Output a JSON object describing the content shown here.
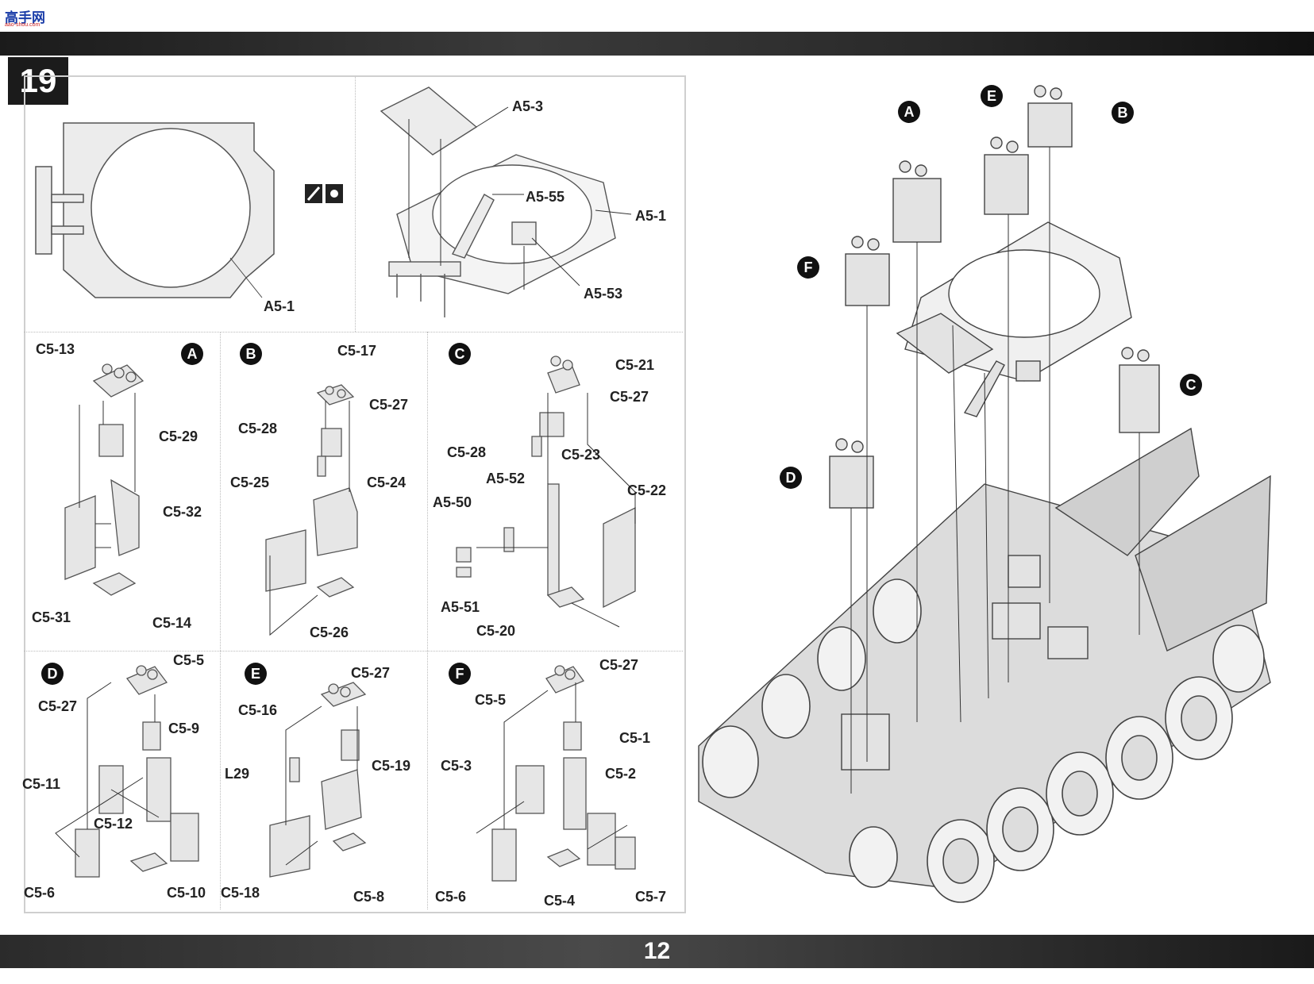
{
  "site": {
    "logo": "高手网",
    "url": "aao-shou.com"
  },
  "step": {
    "number": "19"
  },
  "page": {
    "number": "12"
  },
  "hull_top": {
    "labels": [
      "A5-1"
    ]
  },
  "hull_assembly": {
    "labels": [
      "A5-3",
      "A5-55",
      "A5-1",
      "A5-53"
    ]
  },
  "sub_a": {
    "badge": "A",
    "labels": [
      "C5-13",
      "C5-29",
      "C5-32",
      "C5-31",
      "C5-14"
    ]
  },
  "sub_b": {
    "badge": "B",
    "labels": [
      "C5-17",
      "C5-27",
      "C5-28",
      "C5-25",
      "C5-24",
      "C5-26"
    ]
  },
  "sub_c": {
    "badge": "C",
    "labels": [
      "C5-21",
      "C5-27",
      "C5-28",
      "C5-23",
      "A5-52",
      "A5-50",
      "C5-22",
      "A5-51",
      "C5-20"
    ]
  },
  "sub_d": {
    "badge": "D",
    "labels": [
      "C5-5",
      "C5-27",
      "C5-9",
      "C5-11",
      "C5-12",
      "C5-6",
      "C5-10"
    ]
  },
  "sub_e": {
    "badge": "E",
    "labels": [
      "C5-27",
      "C5-16",
      "L29",
      "C5-19",
      "C5-18",
      "C5-8"
    ]
  },
  "sub_f": {
    "badge": "F",
    "labels": [
      "C5-27",
      "C5-5",
      "C5-1",
      "C5-3",
      "C5-2",
      "C5-6",
      "C5-4",
      "C5-7"
    ]
  },
  "main_view": {
    "badges": [
      "A",
      "E",
      "B",
      "F",
      "C",
      "D"
    ]
  }
}
